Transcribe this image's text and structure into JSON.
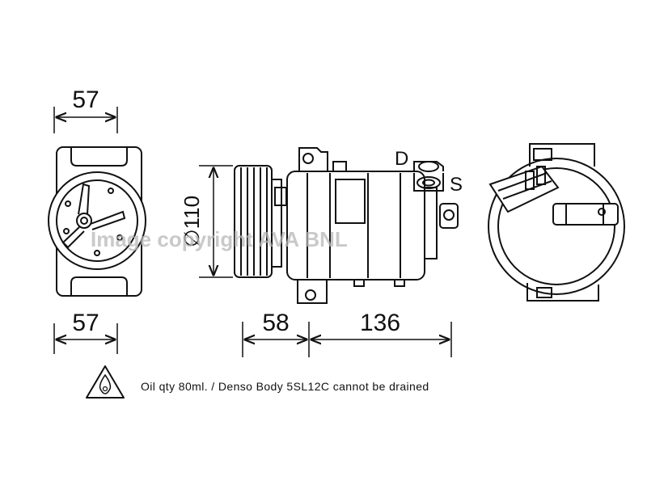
{
  "dimensions": {
    "front_top_width": "57",
    "front_bottom_width": "57",
    "body_diameter": "∅110",
    "pulley_length": "58",
    "body_length": "136"
  },
  "ports": {
    "discharge": "D",
    "suction": "S"
  },
  "watermark": "Image copyright AVA BNL",
  "note": {
    "text": "Oil qty 80ml. / Denso Body 5SL12C cannot be drained",
    "icon": "oil-drop-warning-icon"
  },
  "colors": {
    "line": "#111111",
    "watermark": "#b8b8b8",
    "background": "#ffffff"
  }
}
